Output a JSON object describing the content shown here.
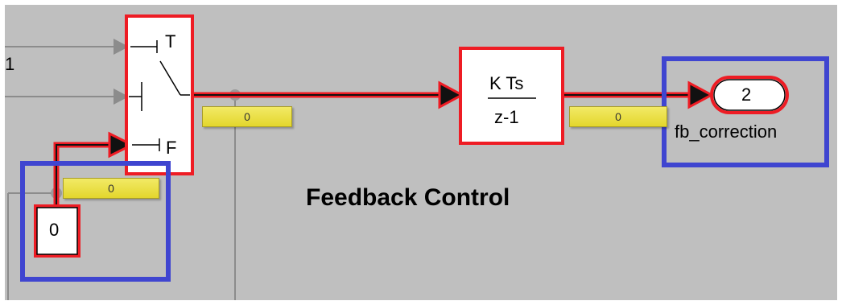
{
  "left_edge_label": "1",
  "switch_block": {
    "ports": {
      "top": "T",
      "bottom": "F"
    },
    "output_display": "0"
  },
  "constant_block": {
    "value": "0",
    "output_display": "0"
  },
  "discrete_integrator": {
    "numerator": "K Ts",
    "denominator": "z-1",
    "output_display": "0"
  },
  "outport": {
    "number": "2",
    "name": "fb_correction"
  },
  "subsystem_annotation": "Feedback Control",
  "colors": {
    "canvas_background": "#bfbfbf",
    "highlighted_signal": "#ee1c24",
    "highlight_box": "#3f45d0",
    "value_display": "#ebe04a",
    "gray_signal": "#8c8c8c"
  }
}
